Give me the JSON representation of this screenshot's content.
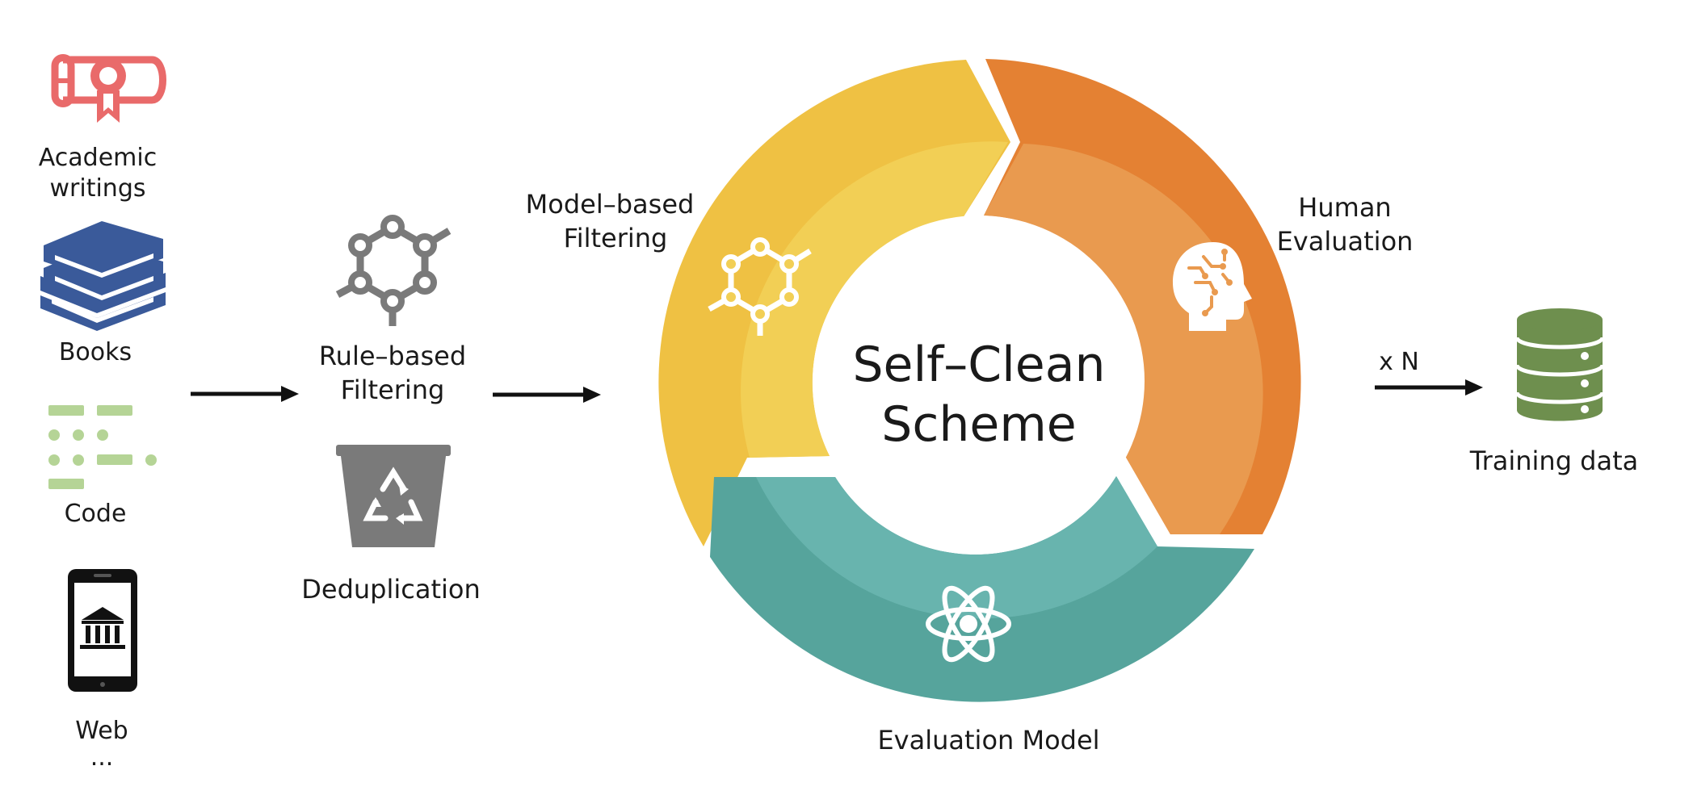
{
  "sources": {
    "academic": [
      "Academic",
      "writings"
    ],
    "books": "Books",
    "code": "Code",
    "web": [
      "Web",
      "..."
    ]
  },
  "filtering": {
    "rule_based": [
      "Rule–based",
      "Filtering"
    ],
    "dedup": "Deduplication"
  },
  "cycle": {
    "center": [
      "Self–Clean",
      "Scheme"
    ],
    "model_based": [
      "Model–based",
      "Filtering"
    ],
    "human": [
      "Human",
      "Evaluation"
    ],
    "evaluation_model": "Evaluation Model"
  },
  "output": {
    "repeat": "x N",
    "training": "Training data"
  },
  "colors": {
    "yellow_outer": "#EFC143",
    "yellow_inner": "#F2CF55",
    "orange_outer": "#E48133",
    "orange_inner": "#E99A4F",
    "teal_outer": "#56A49C",
    "teal_inner": "#68B4AE",
    "academic_red": "#E96A6A",
    "books_blue": "#3A5A9A",
    "code_green": "#B5D496",
    "gray_icon": "#7A7A7A",
    "db_green": "#6E8F4E",
    "arrow": "#111111"
  },
  "icons": [
    "diploma-icon",
    "books-icon",
    "code-icon",
    "phone-bank-icon",
    "molecule-icon",
    "recycle-bin-icon",
    "brain-head-icon",
    "atom-icon",
    "database-icon"
  ]
}
